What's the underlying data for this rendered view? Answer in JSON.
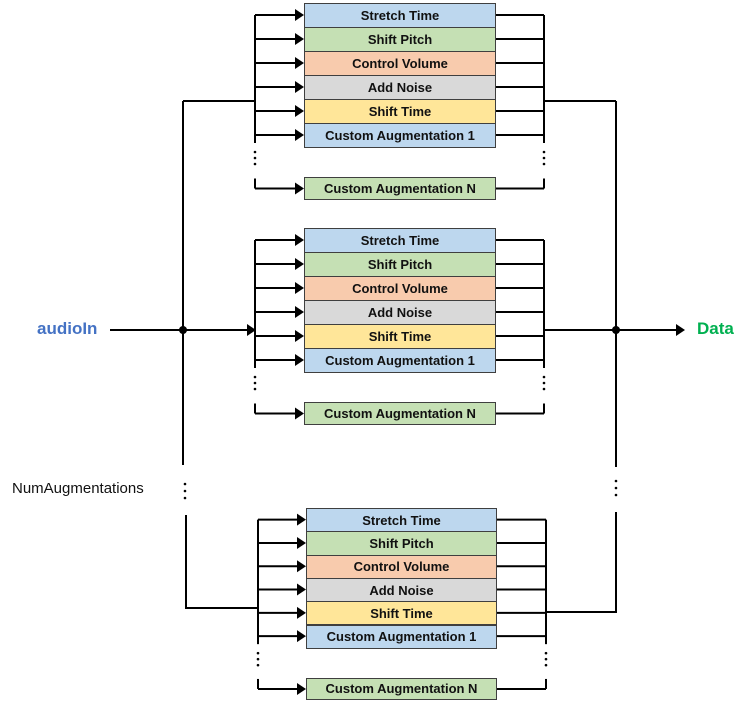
{
  "labels": {
    "input": "audioIn",
    "output": "Data",
    "count": "NumAugmentations"
  },
  "colors": {
    "input_label": "#4472c4",
    "output_label": "#00b050",
    "wire": "#000000"
  },
  "augmenter_blocks": [
    {
      "label": "Stretch Time",
      "color": "#bdd7ee"
    },
    {
      "label": "Shift Pitch",
      "color": "#c5e0b4"
    },
    {
      "label": "Control Volume",
      "color": "#f8cbad"
    },
    {
      "label": "Add Noise",
      "color": "#d9d9d9"
    },
    {
      "label": "Shift Time",
      "color": "#ffe699"
    },
    {
      "label": "Custom Augmentation 1",
      "color": "#bdd7ee"
    },
    {
      "label": "Custom Augmentation N",
      "color": "#c5e0b4"
    }
  ],
  "augmenter_copies": 3
}
